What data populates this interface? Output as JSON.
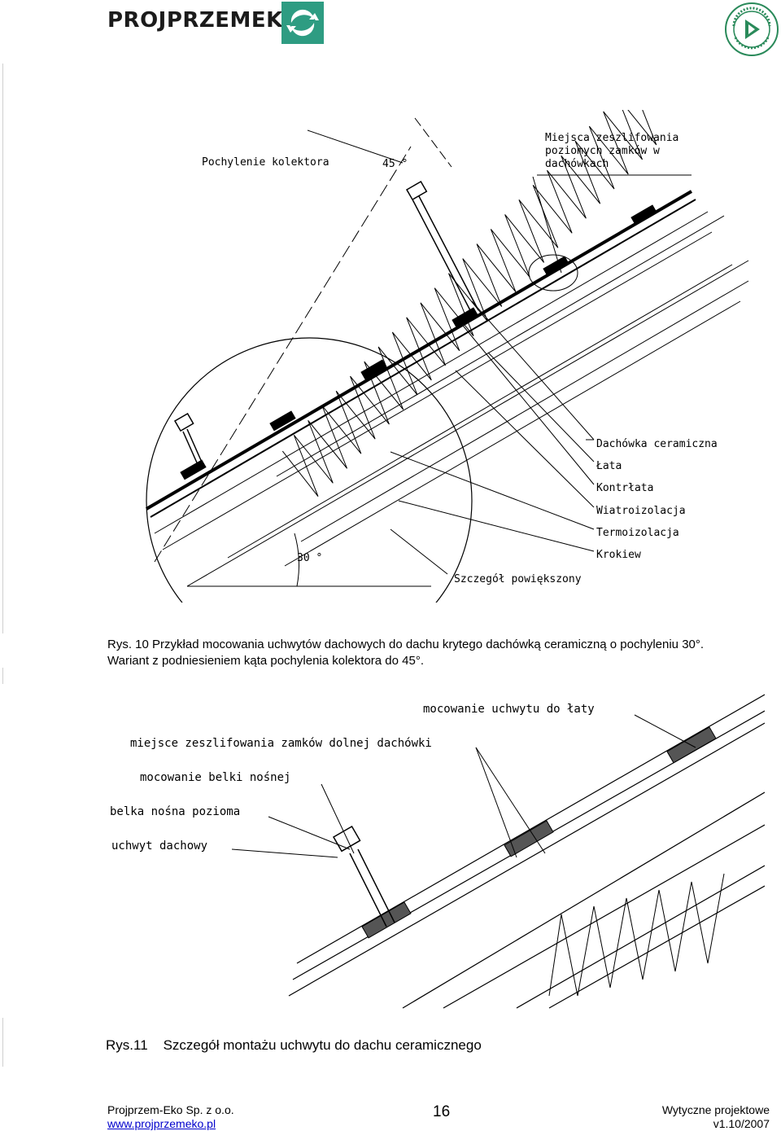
{
  "header": {
    "company_logo_text": "PROJPRZEMEKO",
    "certificate_seal_text": "ZARZĄDZANIE JAKOŚCIĄ ISO 9001:2000"
  },
  "figure1": {
    "labels": {
      "pochylenie": "Pochylenie kolektora",
      "angle45": "45 °",
      "miejsca_line1": "Miejsca zeszlifowania",
      "miejsca_line2": "poziomych zamków w",
      "miejsca_line3": "dachówkach",
      "dachowka": "Dachówka ceramiczna",
      "lata": "Łata",
      "kontrlata": "Kontrłata",
      "wiatroizolacja": "Wiatroizolacja",
      "termoizolacja": "Termoizolacja",
      "krokiew": "Krokiew",
      "angle30": "30 °",
      "szczegol": "Szczegół powiększony"
    },
    "caption_line1": "Rys. 10   Przykład mocowania uchwytów dachowych do dachu krytego dachówką ceramiczną o pochyleniu 30°.",
    "caption_line2": "Wariant z podniesieniem kąta pochylenia kolektora do 45°."
  },
  "figure2": {
    "labels": {
      "mocowanie_uchwytu": "mocowanie uchwytu do łaty",
      "miejsce_zeszlifowania": "miejsce zeszlifowania zamków dolnej dachówki",
      "mocowanie_belki": "mocowanie belki nośnej",
      "belka": "belka nośna pozioma",
      "uchwyt": "uchwyt dachowy"
    },
    "caption_num": "Rys.11",
    "caption_text": "Szczegół montażu uchwytu do dachu ceramicznego"
  },
  "footer": {
    "company": "Projprzem-Eko Sp. z o.o.",
    "website": "www.projprzemeko.pl",
    "page_number": "16",
    "doc_title": "Wytyczne projektowe",
    "version": "v1.10/2007"
  }
}
